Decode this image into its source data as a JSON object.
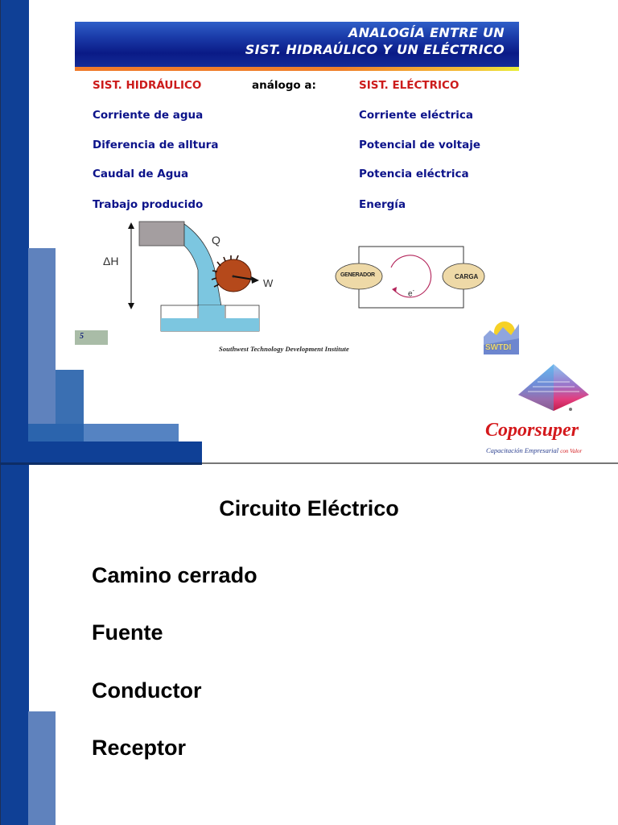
{
  "slide1": {
    "title_line1": "ANALOGÍA  ENTRE UN",
    "title_line2": "SIST. HIDRAÚLICO Y UN ELÉCTRICO",
    "columns": {
      "left_header": "SIST. HIDRÁULICO",
      "middle_header": "análogo a:",
      "right_header": "SIST. ELÉCTRICO"
    },
    "rows": [
      {
        "hydraulic": "Corriente de agua",
        "electric": "Corriente eléctrica"
      },
      {
        "hydraulic": "Diferencia de alltura",
        "electric": "Potencial de voltaje"
      },
      {
        "hydraulic": "Caudal de Agua",
        "electric": "Potencia eléctrica"
      },
      {
        "hydraulic": "Trabajo producido",
        "electric": "Energía"
      }
    ],
    "hydraulic_diagram": {
      "height_label": "ΔH",
      "flow_label": "Q",
      "work_label": "W"
    },
    "electric_diagram": {
      "generator_label": "GENERADOR",
      "load_label": "CARGA",
      "electron_label": "e"
    },
    "slide_number": "5",
    "footer": "Southwest Technology Development Institute",
    "institute_logo_text": "SWTDI",
    "brand": {
      "name": "Coporsuper",
      "tagline": "Capacitación Empresarial",
      "tagline_suffix": "con Valor"
    },
    "colors": {
      "sidebar_blue": "#0f4096",
      "banner_dark": "#0a1a86",
      "header_red": "#cc1b1b",
      "item_navy": "#0c138a",
      "water": "#7cc6e0",
      "wheel": "#b5491b",
      "oval_fill": "#eed9a7"
    }
  },
  "slide2": {
    "title": "Circuito Eléctrico",
    "items": [
      "Camino cerrado",
      "Fuente",
      "Conductor",
      "Receptor"
    ]
  }
}
